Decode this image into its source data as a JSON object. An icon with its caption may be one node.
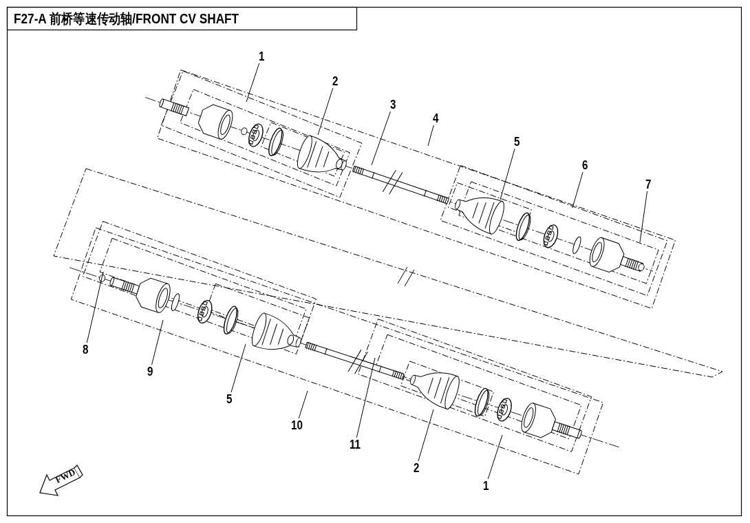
{
  "diagram": {
    "title": "F27-A 前桥等速传动轴/FRONT CV SHAFT",
    "nodes": [
      {
        "text": [
          "1"
        ]
      },
      {
        "text": [
          "2"
        ]
      },
      {
        "text": [
          "3"
        ]
      },
      {
        "text": [
          "4"
        ]
      },
      {
        "text": [
          "5"
        ]
      },
      {
        "text": [
          "6"
        ]
      },
      {
        "text": [
          "7"
        ]
      },
      {
        "text": [
          "8"
        ]
      },
      {
        "text": [
          "9"
        ]
      },
      {
        "text": [
          "5"
        ]
      },
      {
        "text": [
          "10"
        ]
      },
      {
        "text": [
          "11"
        ]
      },
      {
        "text": [
          "2"
        ]
      },
      {
        "text": [
          "1"
        ]
      }
    ],
    "edges": [
      {
        "from": 0,
        "to": null,
        "arrow": "none"
      },
      {
        "from": 1,
        "to": null,
        "arrow": "none"
      },
      {
        "from": 2,
        "to": null,
        "arrow": "none"
      },
      {
        "from": 3,
        "to": null,
        "arrow": "none"
      },
      {
        "from": 4,
        "to": null,
        "arrow": "none"
      },
      {
        "from": 5,
        "to": null,
        "arrow": "none"
      },
      {
        "from": 6,
        "to": null,
        "arrow": "none"
      },
      {
        "from": 7,
        "to": null,
        "arrow": "none"
      },
      {
        "from": 8,
        "to": null,
        "arrow": "none"
      },
      {
        "from": 9,
        "to": null,
        "arrow": "none"
      },
      {
        "from": 10,
        "to": null,
        "arrow": "none"
      },
      {
        "from": 11,
        "to": null,
        "arrow": "none"
      },
      {
        "from": 12,
        "to": null,
        "arrow": "none"
      },
      {
        "from": 13,
        "to": null,
        "arrow": "none"
      }
    ],
    "labels": [
      "FWD"
    ]
  }
}
